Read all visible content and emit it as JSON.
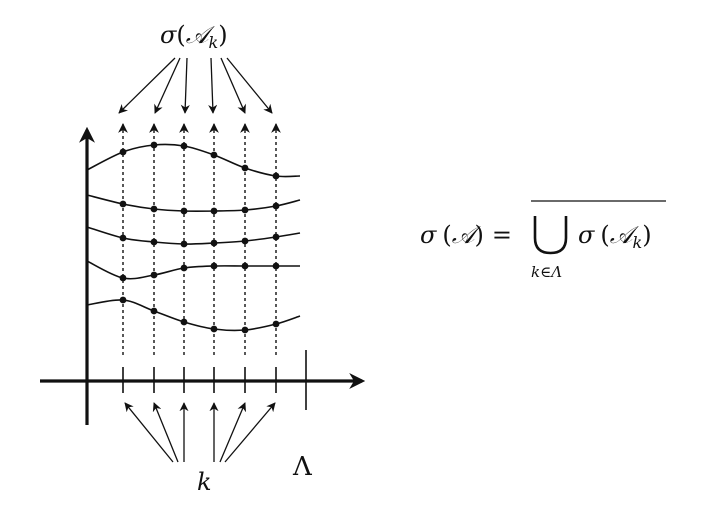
{
  "diagram": {
    "top_label": {
      "sigma": "σ",
      "open": "(",
      "A": "𝒜",
      "sub": "k",
      "close": ")"
    },
    "bottom_label": "k",
    "axis_label": "Λ",
    "formula": {
      "lhs_sigma": "σ",
      "lhs_open": "(",
      "lhs_A": "𝒜",
      "lhs_close": ")",
      "equals": "=",
      "union": "⋃",
      "rhs_sigma": "σ",
      "rhs_open": "(",
      "rhs_A": "𝒜",
      "rhs_sub": "k",
      "rhs_close": ")",
      "under": "k∈Λ",
      "has_closure_bar": true
    },
    "sample_points_x": [
      123,
      154,
      184,
      214,
      245,
      276
    ],
    "curves": [
      {
        "name": "curve-1",
        "start": [
          87,
          170
        ],
        "points": [
          [
            123,
            152
          ],
          [
            154,
            145
          ],
          [
            184,
            146
          ],
          [
            214,
            155
          ],
          [
            245,
            168
          ],
          [
            276,
            176
          ]
        ],
        "end": [
          300,
          176
        ]
      },
      {
        "name": "curve-2",
        "start": [
          87,
          195
        ],
        "points": [
          [
            123,
            204
          ],
          [
            154,
            209
          ],
          [
            184,
            211
          ],
          [
            214,
            211
          ],
          [
            245,
            210
          ],
          [
            276,
            206
          ]
        ],
        "end": [
          300,
          200
        ]
      },
      {
        "name": "curve-3",
        "start": [
          87,
          227
        ],
        "points": [
          [
            123,
            238
          ],
          [
            154,
            242
          ],
          [
            184,
            244
          ],
          [
            214,
            243
          ],
          [
            245,
            241
          ],
          [
            276,
            237
          ]
        ],
        "end": [
          300,
          233
        ]
      },
      {
        "name": "curve-4",
        "start": [
          87,
          261
        ],
        "points": [
          [
            123,
            278
          ],
          [
            154,
            275
          ],
          [
            184,
            268
          ],
          [
            214,
            266
          ],
          [
            245,
            266
          ],
          [
            276,
            266
          ]
        ],
        "end": [
          300,
          266
        ]
      },
      {
        "name": "curve-5",
        "start": [
          87,
          305
        ],
        "points": [
          [
            123,
            300
          ],
          [
            154,
            311
          ],
          [
            184,
            322
          ],
          [
            214,
            329
          ],
          [
            245,
            330
          ],
          [
            276,
            324
          ]
        ],
        "end": [
          300,
          316
        ]
      }
    ],
    "colors": {
      "stroke": "#111111",
      "background": "#ffffff"
    }
  }
}
